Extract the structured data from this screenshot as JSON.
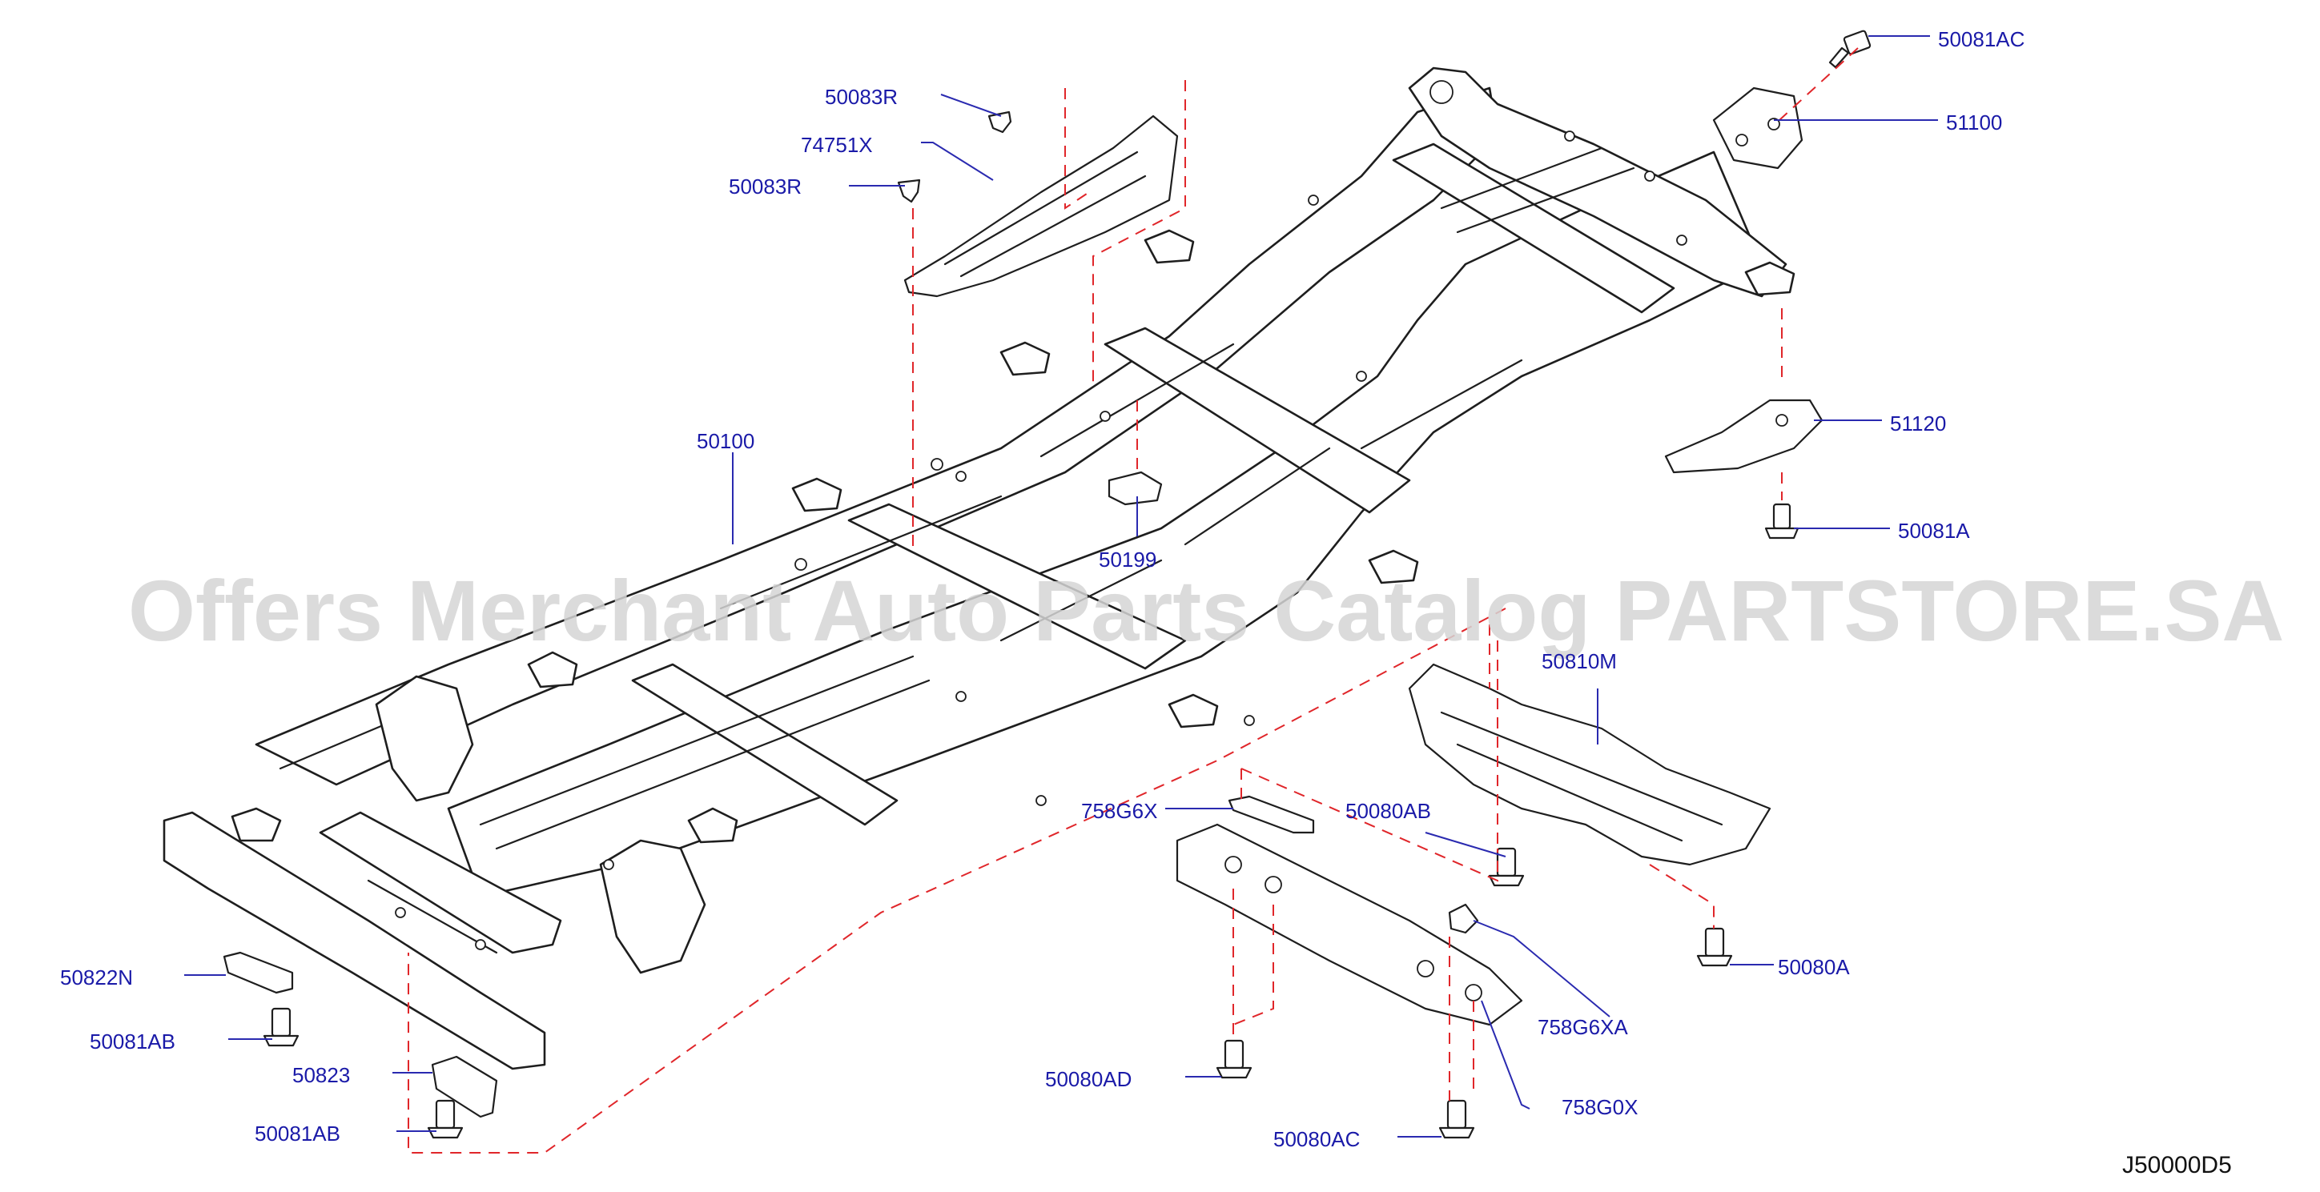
{
  "watermark": "Offers Merchant Auto Parts Catalog PARTSTORE.SA",
  "diagram_code": "J50000D5",
  "parts": {
    "p50081AC": "50081AC",
    "p51100": "51100",
    "p50083R_top": "50083R",
    "p74751X": "74751X",
    "p50083R_mid": "50083R",
    "p50100": "50100",
    "p50199": "50199",
    "p51120": "51120",
    "p50081A": "50081A",
    "p50810M": "50810M",
    "p758G6X": "758G6X",
    "p50080AB": "50080AB",
    "p50080A": "50080A",
    "p50822N": "50822N",
    "p50081AB_top": "50081AB",
    "p50823": "50823",
    "p50081AB_bottom": "50081AB",
    "p758G6XA": "758G6XA",
    "p50080AD": "50080AD",
    "p758G0X": "758G0X",
    "p50080AC": "50080AC"
  }
}
